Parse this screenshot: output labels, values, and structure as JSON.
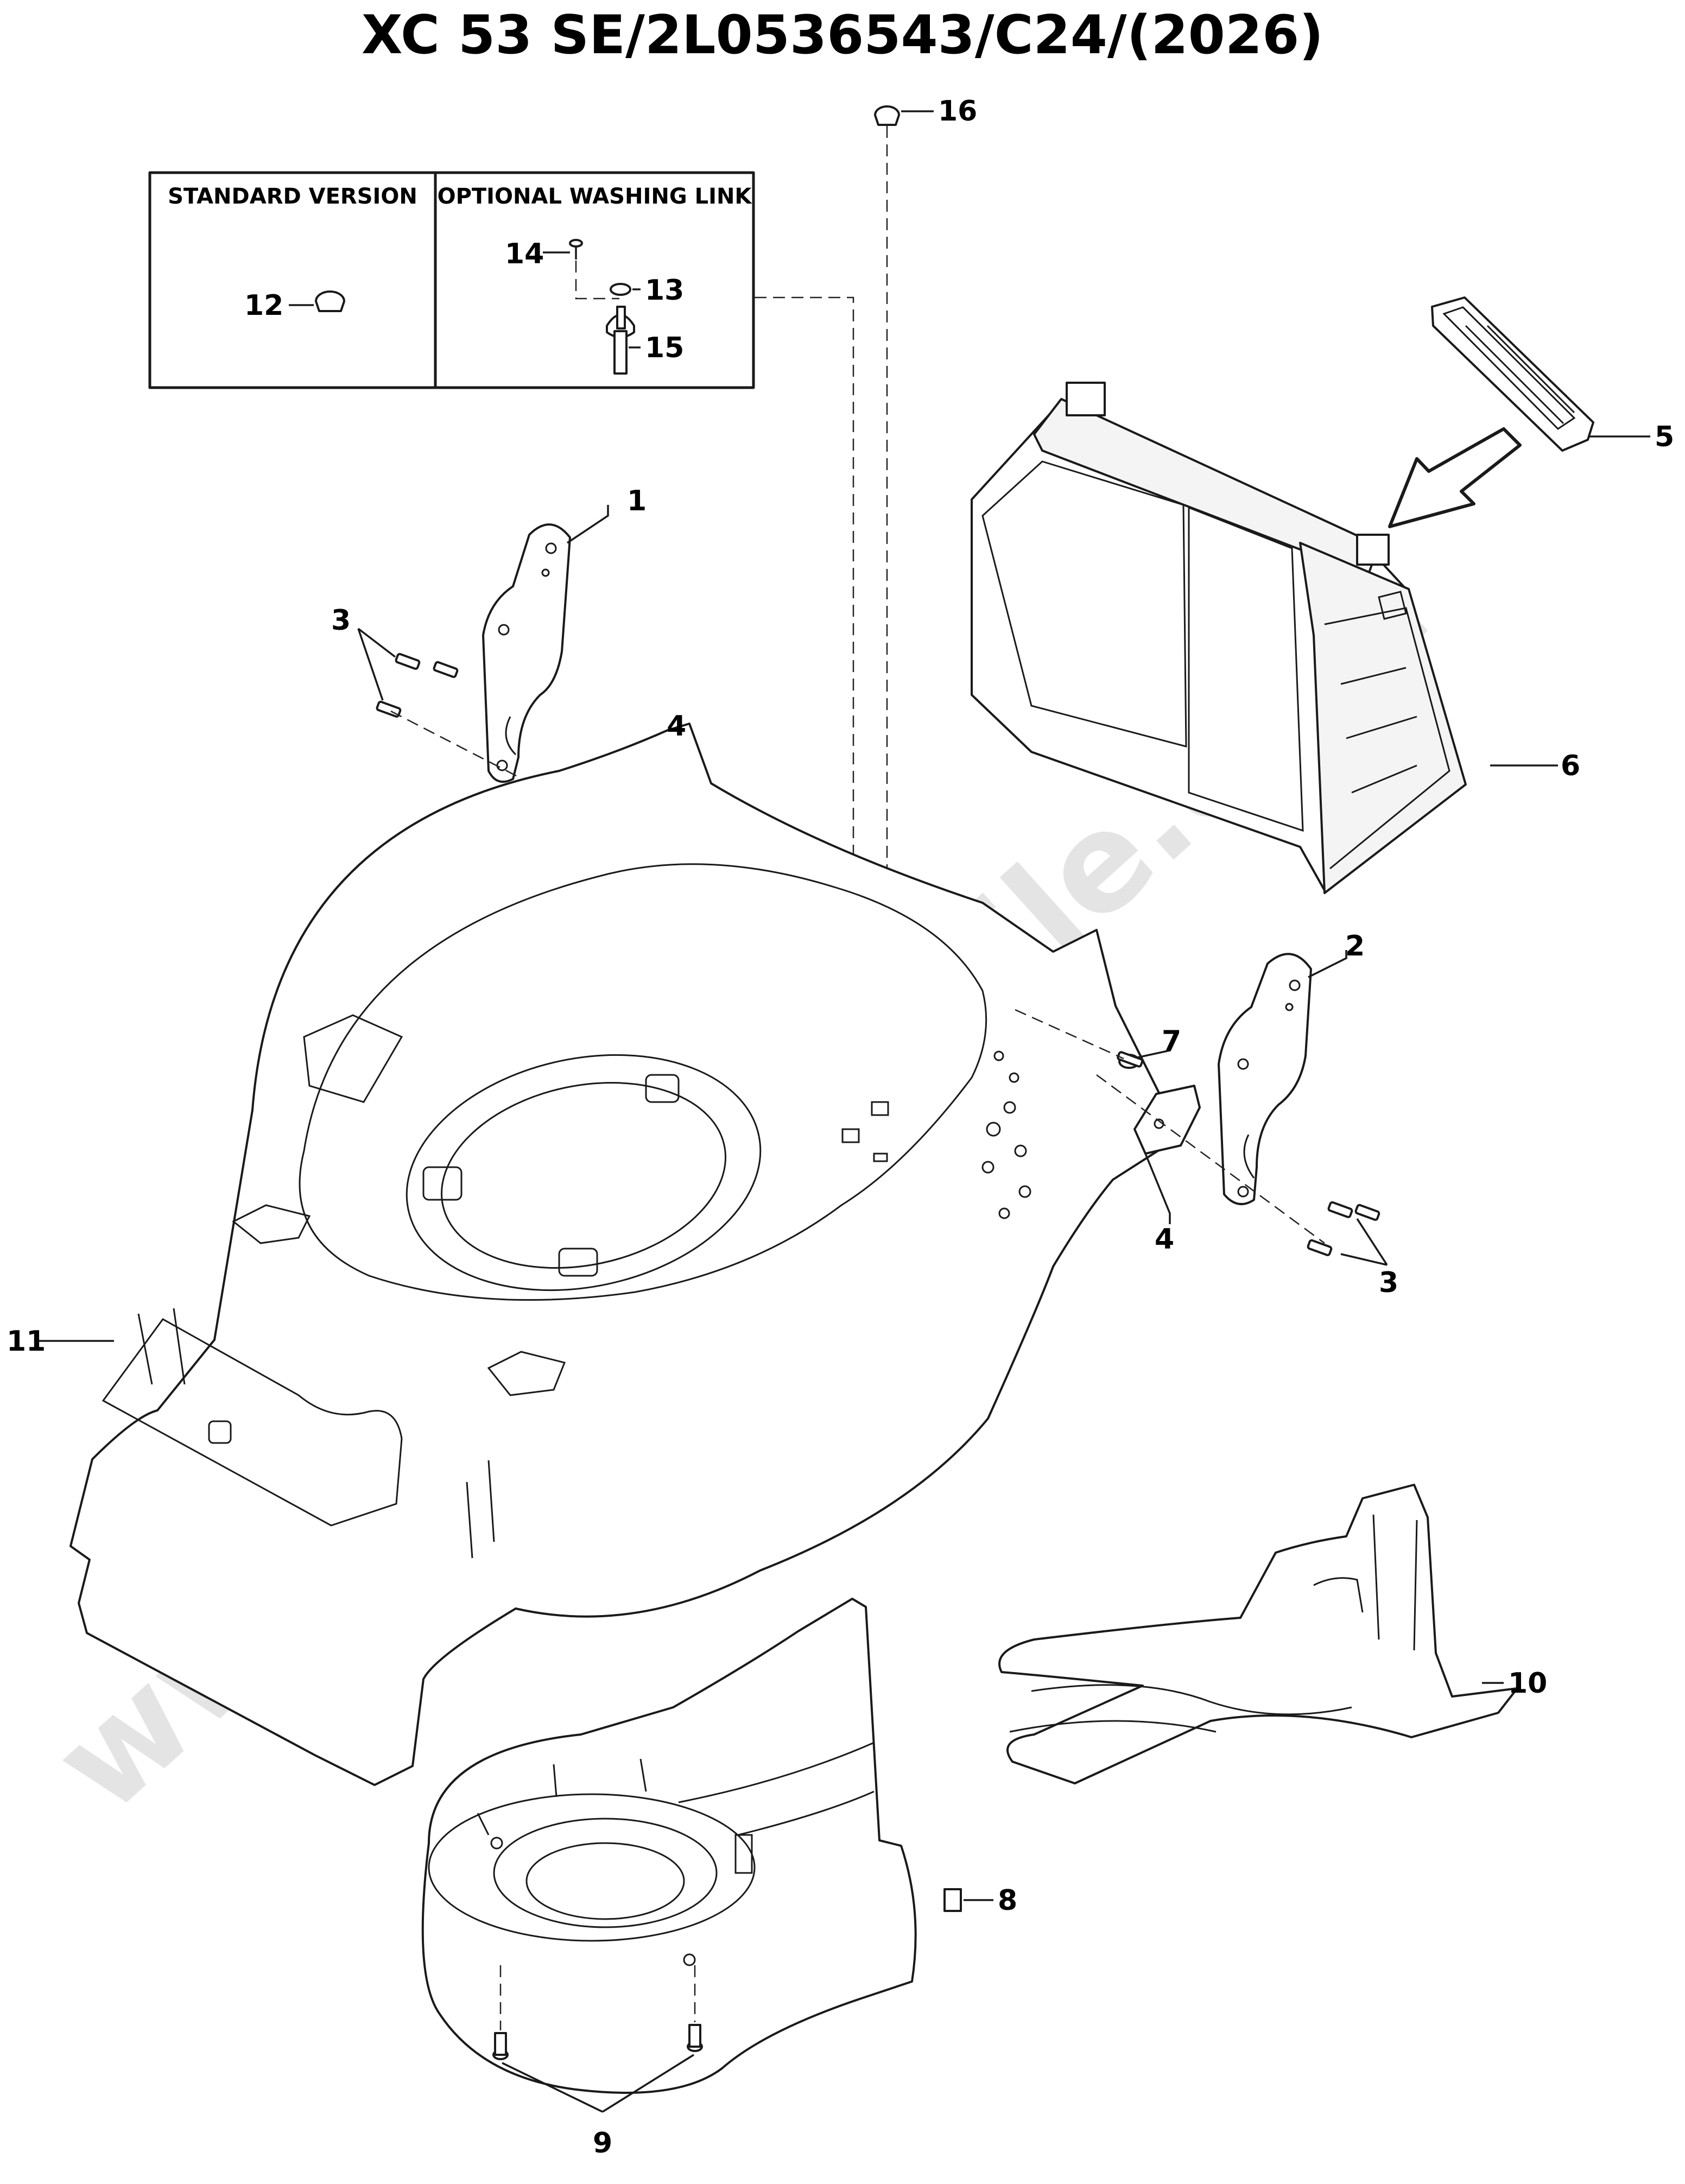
{
  "title": "XC 53 SE/2L0536543/C24/(2026)",
  "watermark": "www.bricoutensile.com",
  "inset_box": {
    "standard_header": "STANDARD VERSION",
    "optional_header": "OPTIONAL WASHING LINK"
  },
  "callouts": {
    "c1": "1",
    "c2": "2",
    "c3a": "3",
    "c3b": "3",
    "c4a": "4",
    "c4b": "4",
    "c5": "5",
    "c6": "6",
    "c7": "7",
    "c8": "8",
    "c9": "9",
    "c10": "10",
    "c11": "11",
    "c12": "12",
    "c13": "13",
    "c14": "14",
    "c15": "15",
    "c16": "16"
  },
  "colors": {
    "ink": "#1a1a1a",
    "watermark": "#cfcfcf"
  }
}
